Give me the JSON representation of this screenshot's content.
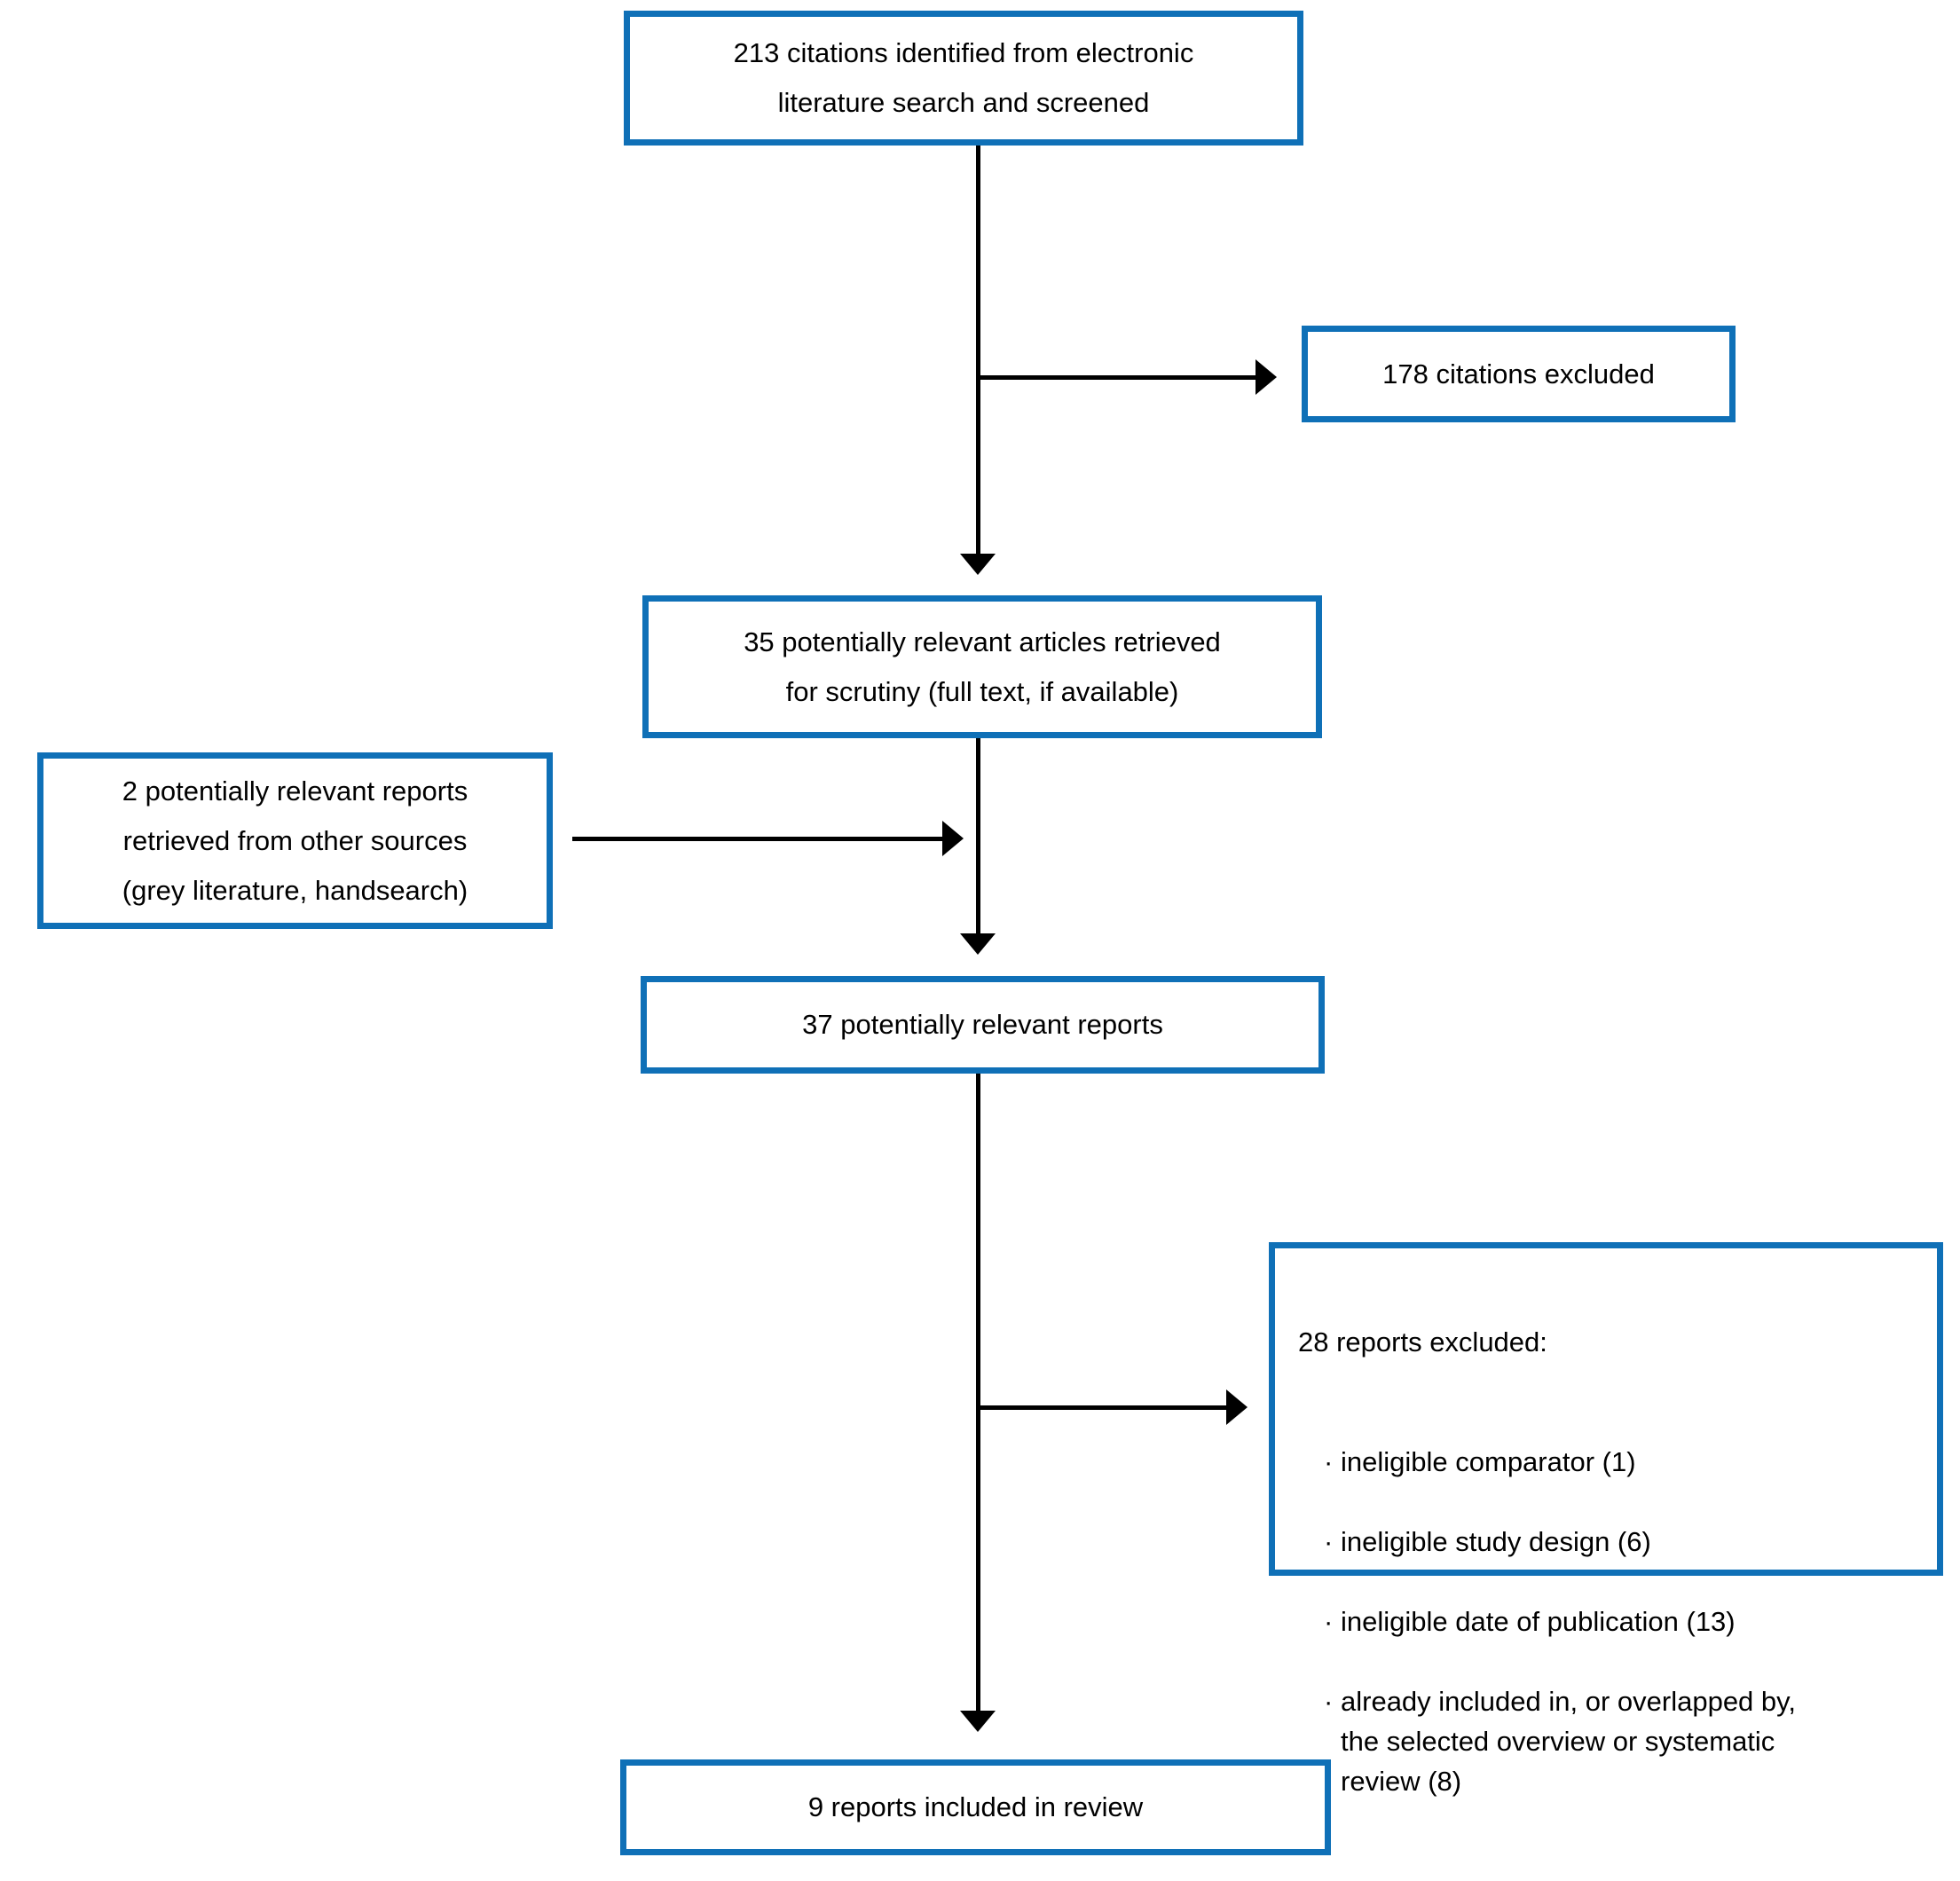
{
  "diagram": {
    "boxes": {
      "identified": "213 citations identified from electronic\nliterature search and screened",
      "citations_excluded": "178 citations excluded",
      "retrieved": "35 potentially relevant articles retrieved\nfor scrutiny (full text, if available)",
      "other_sources": "2 potentially relevant reports\nretrieved from other sources\n(grey literature, handsearch)",
      "potentially_relevant": "37 potentially relevant reports",
      "included": "9 reports included in review"
    },
    "reports_excluded": {
      "heading": "28 reports excluded:",
      "items": [
        "ineligible comparator (1)",
        "ineligible study design (6)",
        "ineligible date of publication (13)",
        "already included in, or overlapped by,\nthe selected overview or systematic\nreview (8)"
      ]
    },
    "colors": {
      "box_border": "#0f70b7",
      "arrow": "#000000"
    }
  }
}
